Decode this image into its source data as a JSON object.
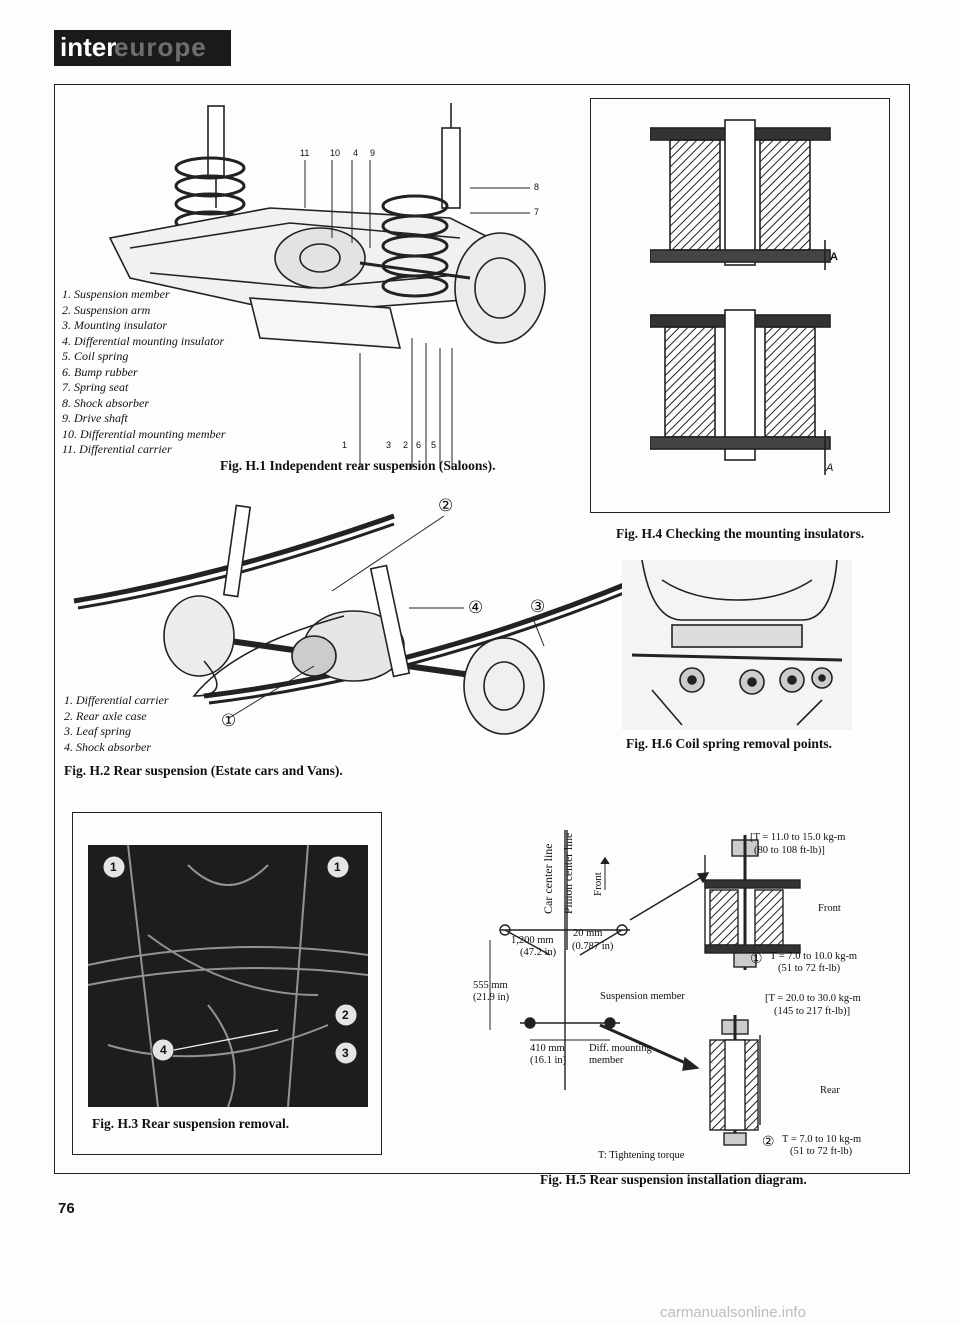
{
  "brand": {
    "prefix": "inter",
    "suffix": "europe"
  },
  "fig1": {
    "caption": "Fig. H.1 Independent rear suspension (Saloons).",
    "legend": [
      "1. Suspension member",
      "2. Suspension arm",
      "3. Mounting insulator",
      "4. Differential mounting insulator",
      "5. Coil spring",
      "6. Bump rubber",
      "7. Spring seat",
      "8. Shock absorber",
      "9. Drive shaft",
      "10. Differential mounting member",
      "11. Differential carrier"
    ],
    "callouts_top": [
      "11",
      "10",
      "4",
      "9"
    ],
    "callouts_side": [
      "8",
      "7"
    ],
    "callouts_bottom": [
      "1",
      "3",
      "2",
      "6",
      "5"
    ]
  },
  "fig4": {
    "caption": "Fig. H.4 Checking the mounting insulators.",
    "label": "A"
  },
  "fig2": {
    "caption": "Fig. H.2 Rear suspension (Estate cars and Vans).",
    "legend": [
      "1. Differential carrier",
      "2. Rear axle case",
      "3. Leaf spring",
      "4. Shock absorber"
    ],
    "callouts": [
      "①",
      "②",
      "③",
      "④"
    ]
  },
  "fig6": {
    "caption": "Fig. H.6 Coil spring removal points."
  },
  "fig3": {
    "caption": "Fig. H.3 Rear suspension removal.",
    "callouts": [
      "1",
      "1",
      "4",
      "2",
      "3"
    ]
  },
  "fig5": {
    "caption": "Fig. H.5 Rear suspension installation diagram.",
    "car_center_line": "Car center line",
    "pinion_center_line": "Pinion center line",
    "front_vertical": "Front",
    "dim_20": "20 mm",
    "dim_0787": "(0.787 in)",
    "dim_1200": "1,200 mm",
    "dim_472": "(47.2 in)",
    "dim_555": "555 mm",
    "dim_219": "(21.9 in)",
    "suspension_member": "Suspension member",
    "dim_410": "410 mm",
    "dim_161": "(16.1 in)",
    "diff_mounting": "Diff. mounting",
    "member": "member",
    "torque_top_1": "[T = 11.0 to 15.0 kg-m",
    "torque_top_2": "(80 to 108 ft-lb)]",
    "front_label": "Front",
    "torque_1_marker": "①",
    "torque_1a": "T = 7.0 to 10.0 kg-m",
    "torque_1b": "(51 to 72 ft-lb)",
    "torque_mid_1": "[T = 20.0 to 30.0 kg-m",
    "torque_mid_2": "(145 to 217 ft-lb)]",
    "rear_label": "Rear",
    "torque_2_marker": "②",
    "torque_2a": "T = 7.0 to 10 kg-m",
    "torque_2b": "(51 to 72 ft-lb)",
    "tightening_note": "T: Tightening torque"
  },
  "page_number": "76",
  "watermark": "carmanualsonline.info"
}
